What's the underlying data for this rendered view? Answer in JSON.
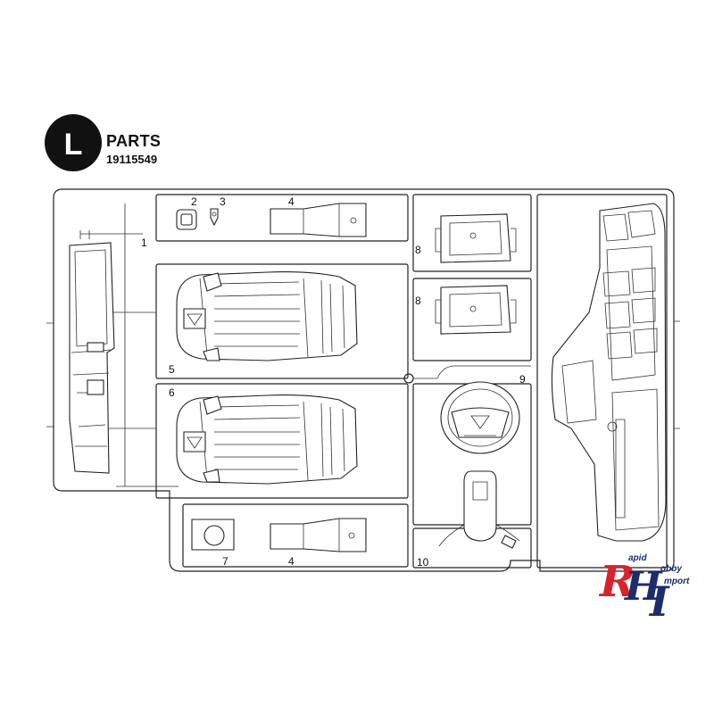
{
  "header": {
    "letter": "L",
    "title": "PARTS",
    "code": "19115549"
  },
  "part_numbers": {
    "p1": "1",
    "p2": "2",
    "p3": "3",
    "p4a": "4",
    "p4b": "4",
    "p5": "5",
    "p6": "6",
    "p7": "7",
    "p8a": "8",
    "p8b": "8",
    "p9": "9",
    "p10": "10"
  },
  "watermark": {
    "letters": "RHI",
    "line1": "apid",
    "line2": "obby",
    "line3": "mport",
    "red": "#d8232a",
    "blue": "#1b2d6b"
  }
}
